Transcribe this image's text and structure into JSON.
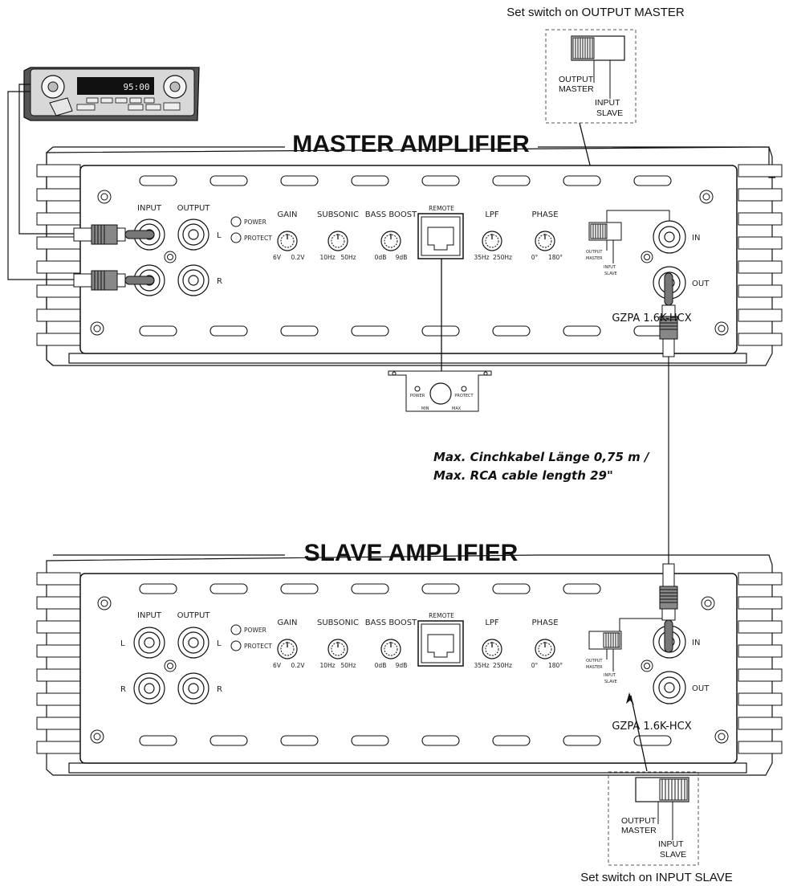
{
  "top_note": "Set switch on OUTPUT MASTER",
  "bottom_note": "Set switch on INPUT SLAVE",
  "cable_note": {
    "line1": "Max. Cinchkabel Länge 0,75 m /",
    "line2": "Max. RCA cable length 29\""
  },
  "switch_box_labels": {
    "output": [
      "OUTPUT",
      "MASTER"
    ],
    "input": [
      "INPUT",
      "SLAVE"
    ]
  },
  "head_unit": {
    "display": "95:00"
  },
  "master": {
    "title": "MASTER AMPLIFIER",
    "model": "GZPA 1.6K-HCX",
    "input_label": "INPUT",
    "output_label": "OUTPUT",
    "jack_L": "L",
    "jack_R": "R",
    "led_power": "POWER",
    "led_protect": "PROTECT",
    "knobs": [
      {
        "name": "GAIN",
        "min": "6V",
        "max": "0.2V"
      },
      {
        "name": "SUBSONIC",
        "min": "10Hz",
        "max": "50Hz"
      },
      {
        "name": "BASS BOOST",
        "min": "0dB",
        "max": "9dB"
      },
      {
        "name": "LPF",
        "min": "35Hz",
        "max": "250Hz"
      },
      {
        "name": "PHASE",
        "min": "0°",
        "max": "180°"
      }
    ],
    "remote_label": "REMOTE",
    "switch_output": [
      "OUTPUT",
      "MASTER"
    ],
    "switch_input": [
      "INPUT",
      "SLAVE"
    ],
    "in_label": "IN",
    "out_label": "OUT"
  },
  "slave": {
    "title": "SLAVE AMPLIFIER",
    "model": "GZPA 1.6K-HCX",
    "input_label": "INPUT",
    "output_label": "OUTPUT",
    "jack_L": "L",
    "jack_R": "R",
    "led_power": "POWER",
    "led_protect": "PROTECT",
    "knobs": [
      {
        "name": "GAIN",
        "min": "6V",
        "max": "0.2V"
      },
      {
        "name": "SUBSONIC",
        "min": "10Hz",
        "max": "50Hz"
      },
      {
        "name": "BASS BOOST",
        "min": "0dB",
        "max": "9dB"
      },
      {
        "name": "LPF",
        "min": "35Hz",
        "max": "250Hz"
      },
      {
        "name": "PHASE",
        "min": "0°",
        "max": "180°"
      }
    ],
    "remote_label": "REMOTE",
    "switch_output": [
      "OUTPUT",
      "MASTER"
    ],
    "switch_input": [
      "INPUT",
      "SLAVE"
    ],
    "in_label": "IN",
    "out_label": "OUT"
  },
  "remote_module": {
    "power": "POWER",
    "protect": "PROTECT",
    "min": "MIN",
    "max": "MAX"
  }
}
